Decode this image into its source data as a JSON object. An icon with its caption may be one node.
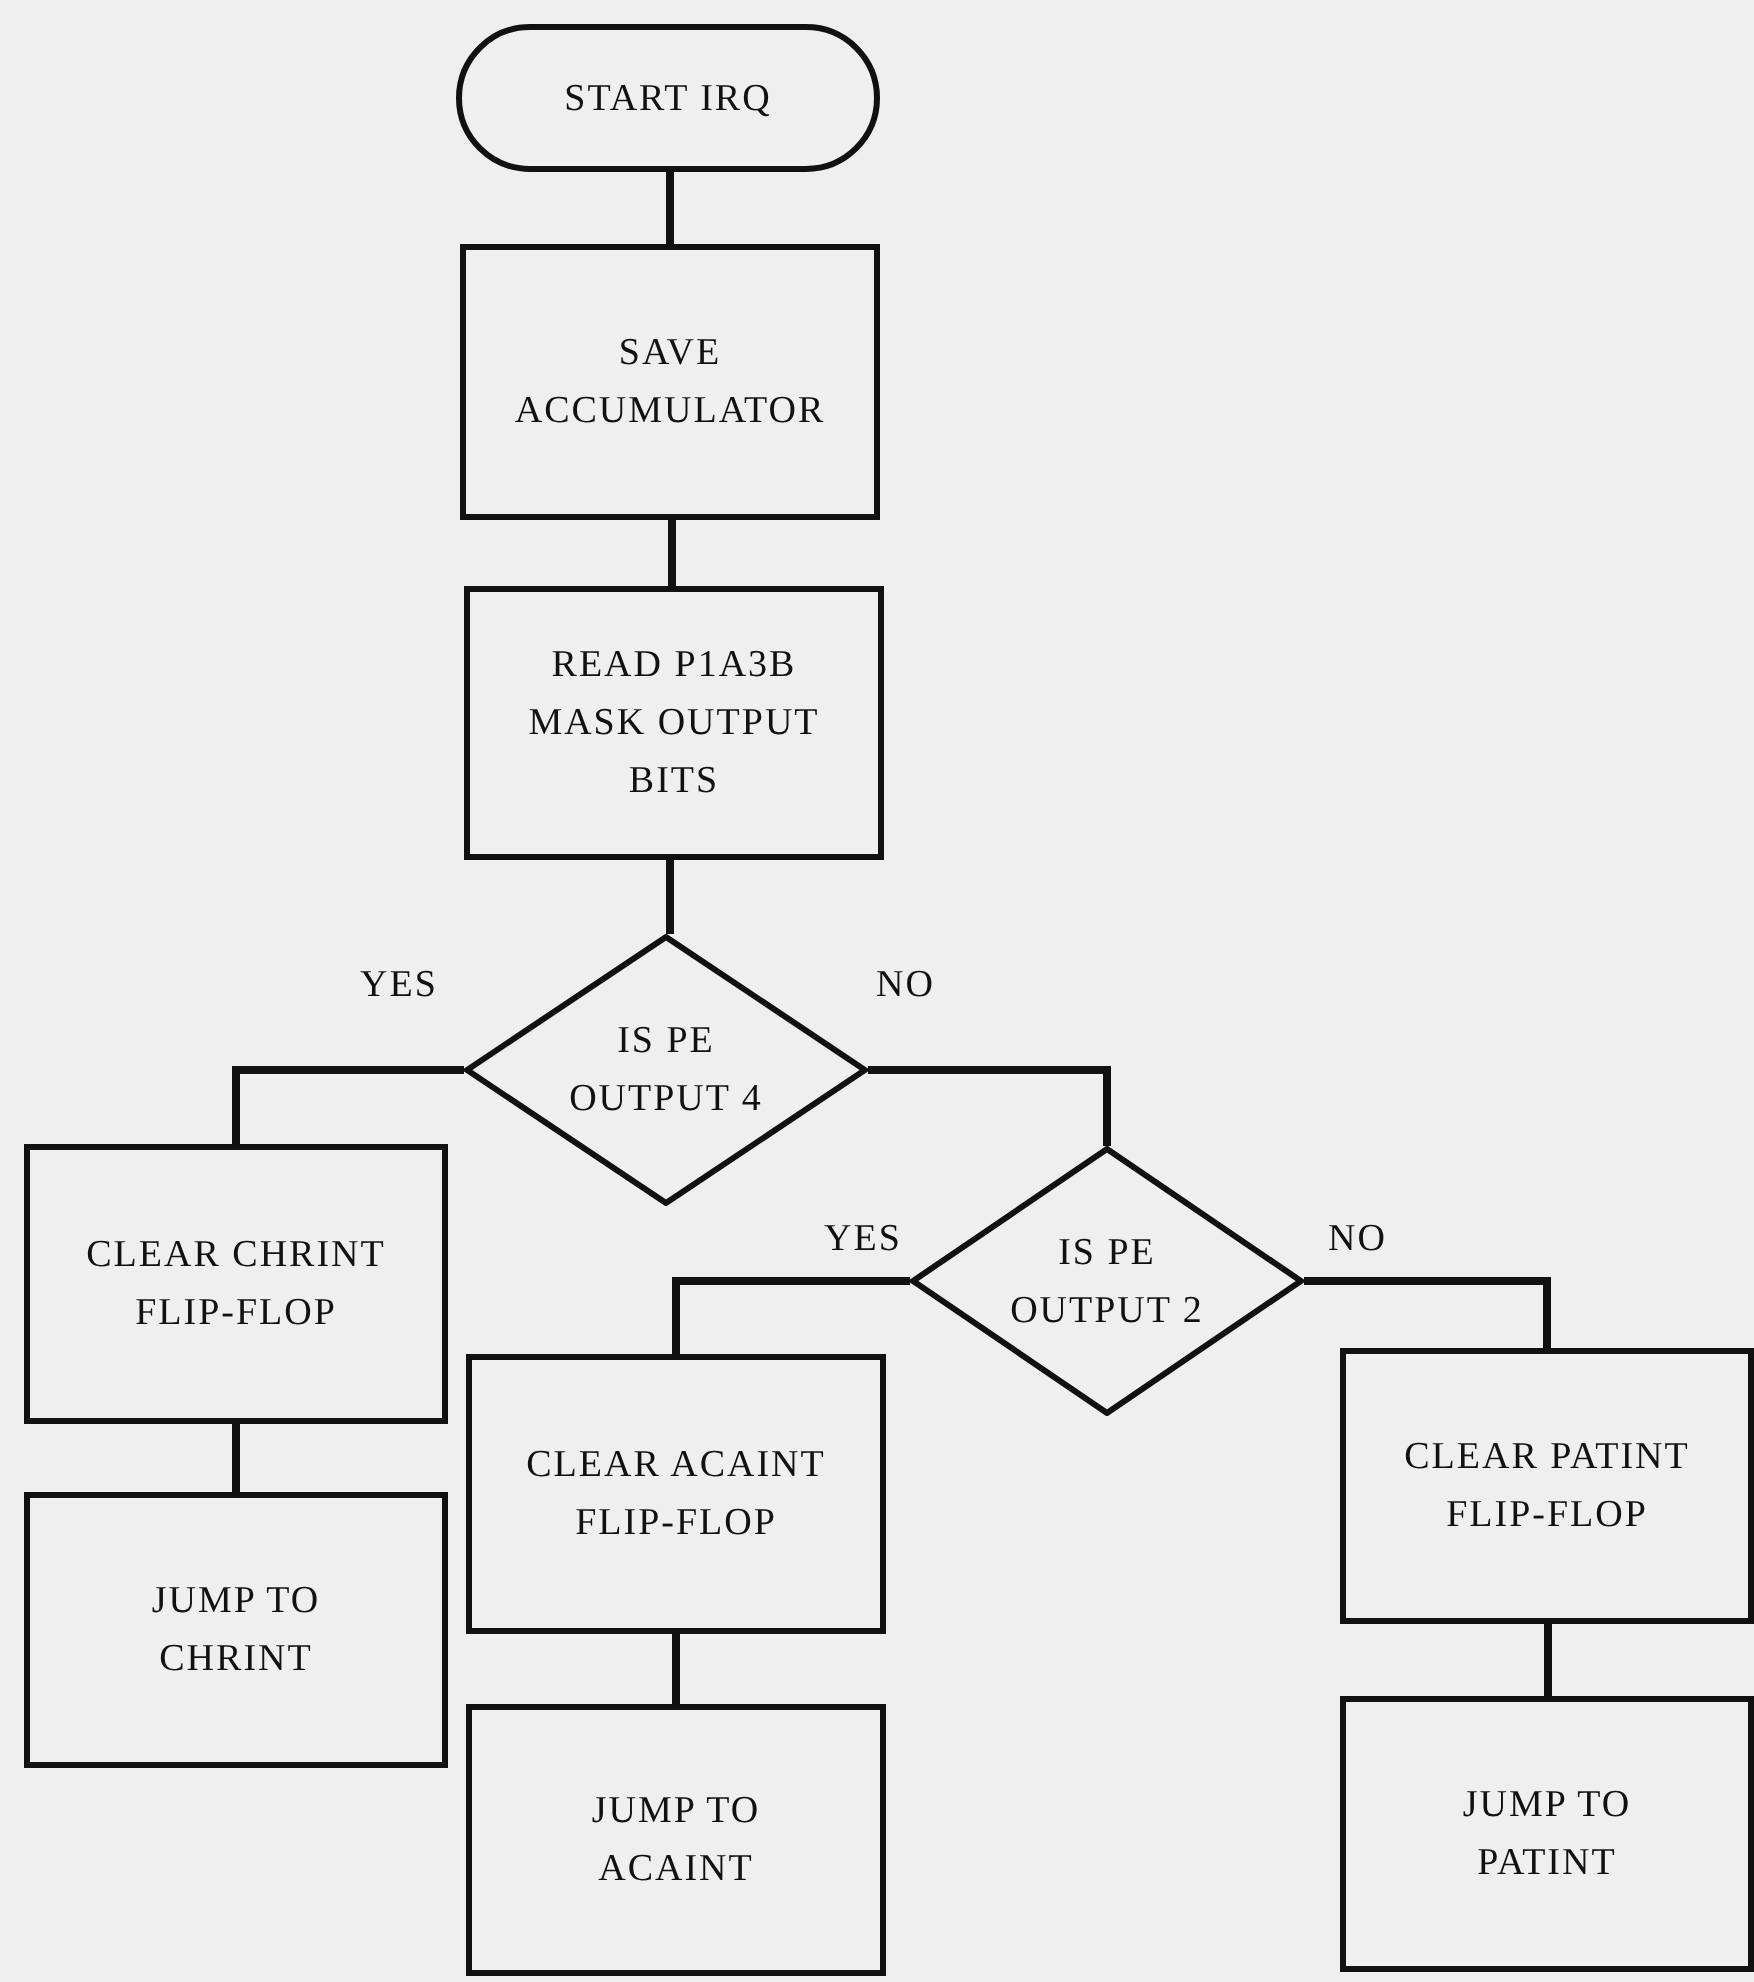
{
  "diagram": {
    "nodes": [
      {
        "text": [
          "START IRQ"
        ]
      },
      {
        "text": [
          "SAVE ACCUMULATOR"
        ]
      },
      {
        "text": [
          "READ P1A3B MASK OUTPUT BITS"
        ]
      },
      {
        "text": [
          "IS PE OUTPUT 4"
        ]
      },
      {
        "text": [
          "CLEAR CHRINT FLIP-FLOP"
        ]
      },
      {
        "text": [
          "JUMP TO CHRINT"
        ]
      },
      {
        "text": [
          "IS PE OUTPUT 2"
        ]
      },
      {
        "text": [
          "CLEAR ACAINT FLIP-FLOP"
        ]
      },
      {
        "text": [
          "JUMP TO ACAINT"
        ]
      },
      {
        "text": [
          "CLEAR PATINT FLIP-FLOP"
        ]
      },
      {
        "text": [
          "JUMP TO PATINT"
        ]
      }
    ],
    "edges": [
      {
        "from": 0,
        "to": 1,
        "arrow": "none"
      },
      {
        "from": 1,
        "to": 2,
        "arrow": "none"
      },
      {
        "from": 2,
        "to": 3,
        "arrow": "none"
      },
      {
        "from": 3,
        "to": 4,
        "arrow": "none",
        "label": "YES"
      },
      {
        "from": 3,
        "to": 6,
        "arrow": "none",
        "label": "NO"
      },
      {
        "from": 4,
        "to": 5,
        "arrow": "none"
      },
      {
        "from": 6,
        "to": 7,
        "arrow": "none",
        "label": "YES"
      },
      {
        "from": 6,
        "to": 9,
        "arrow": "none",
        "label": "NO"
      },
      {
        "from": 7,
        "to": 8,
        "arrow": "none"
      },
      {
        "from": 9,
        "to": 10,
        "arrow": "none"
      }
    ]
  }
}
